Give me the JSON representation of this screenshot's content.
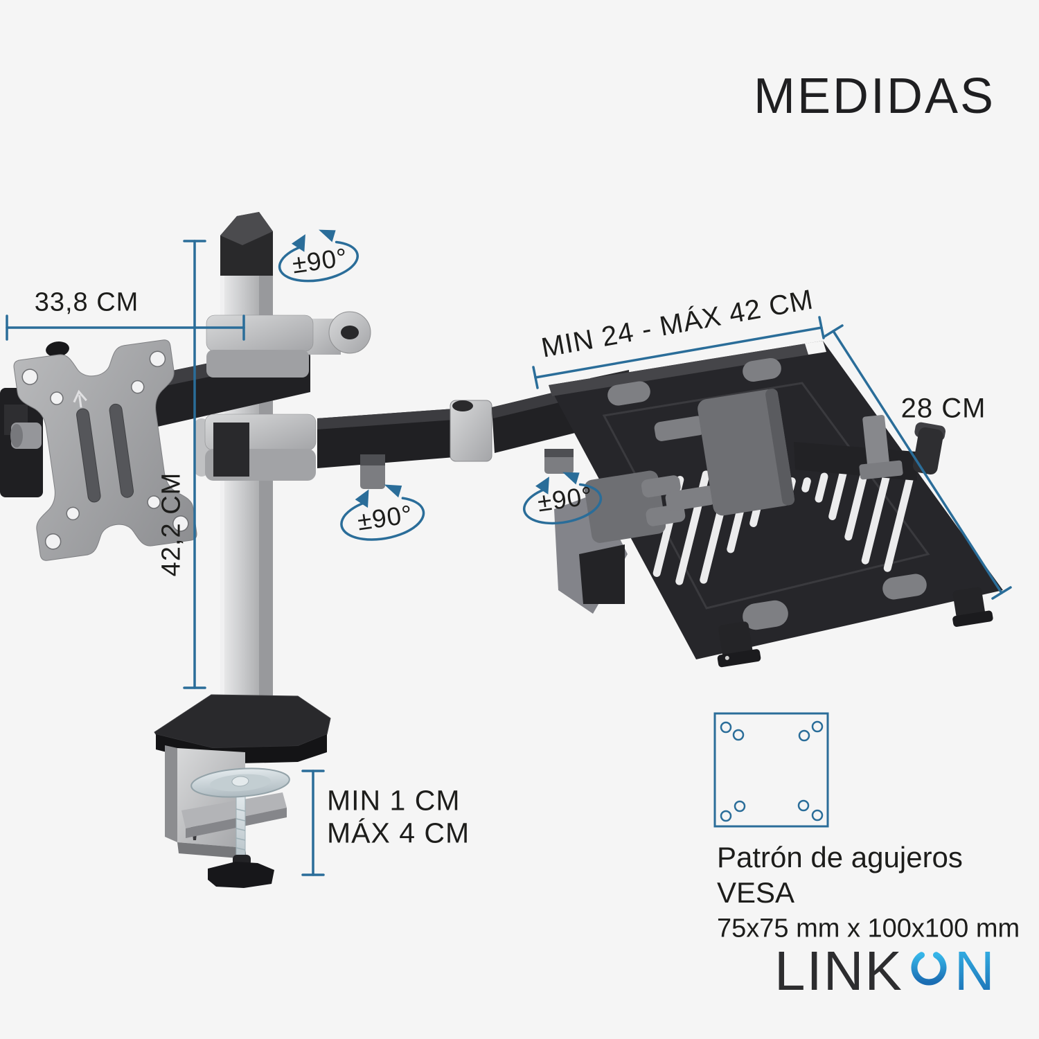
{
  "page": {
    "title": "MEDIDAS"
  },
  "annotations": {
    "monitor_arm_length": "33,8 CM",
    "pole_height": "42,2 CM",
    "rotation_pole_top": "±90°",
    "rotation_arm_left": "±90°",
    "rotation_arm_right": "±90°",
    "laptop_tray_width": "MIN 24 - MÁX 42 CM",
    "laptop_tray_depth": "28 CM",
    "clamp_min": "MIN 1 CM",
    "clamp_max": "MÁX 4 CM"
  },
  "vesa_info": {
    "line1": "Patrón de agujeros",
    "line2": "VESA",
    "line3": "75x75 mm x 100x100 mm"
  },
  "brand": {
    "name": "LINKON",
    "prefix": "LINK",
    "suffix": "N"
  },
  "colors": {
    "accent_blue": "#2a6d99",
    "text": "#1d1d1b",
    "background": "#f5f5f5",
    "logo_blue_light": "#36b5e8",
    "logo_blue_dark": "#1a6cb2"
  }
}
